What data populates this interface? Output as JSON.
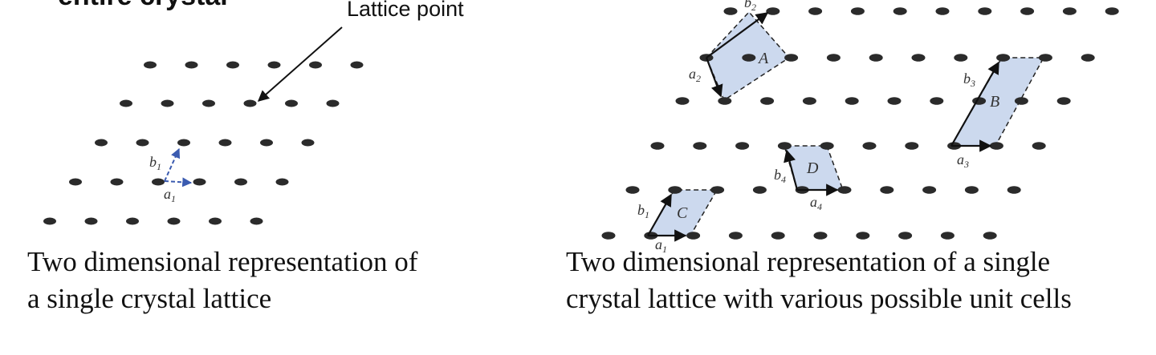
{
  "left_panel": {
    "cut_heading": "entire crystal",
    "callout_label": "Lattice point",
    "vector_labels": {
      "a1": "a",
      "a1_sub": "1",
      "b1": "b",
      "b1_sub": "1"
    },
    "caption_lines": [
      "Two dimensional representation of",
      "a single crystal lattice"
    ]
  },
  "right_panel": {
    "cells": [
      {
        "label": "A",
        "vec_a": "a",
        "vec_a_sub": "2",
        "vec_b": "b",
        "vec_b_sub": "2"
      },
      {
        "label": "B",
        "vec_a": "a",
        "vec_a_sub": "3",
        "vec_b": "b",
        "vec_b_sub": "3"
      },
      {
        "label": "C",
        "vec_a": "a",
        "vec_a_sub": "1",
        "vec_b": "b",
        "vec_b_sub": "1"
      },
      {
        "label": "D",
        "vec_a": "a",
        "vec_a_sub": "4",
        "vec_b": "b",
        "vec_b_sub": "4"
      }
    ],
    "caption_lines": [
      "Two dimensional representation of a single",
      "crystal lattice with various possible unit cells"
    ]
  },
  "colors": {
    "dot": "#2b2b2b",
    "cell_fill": "#ccd9ee",
    "vector_blue": "#3b5bb0",
    "ink": "#111111"
  }
}
